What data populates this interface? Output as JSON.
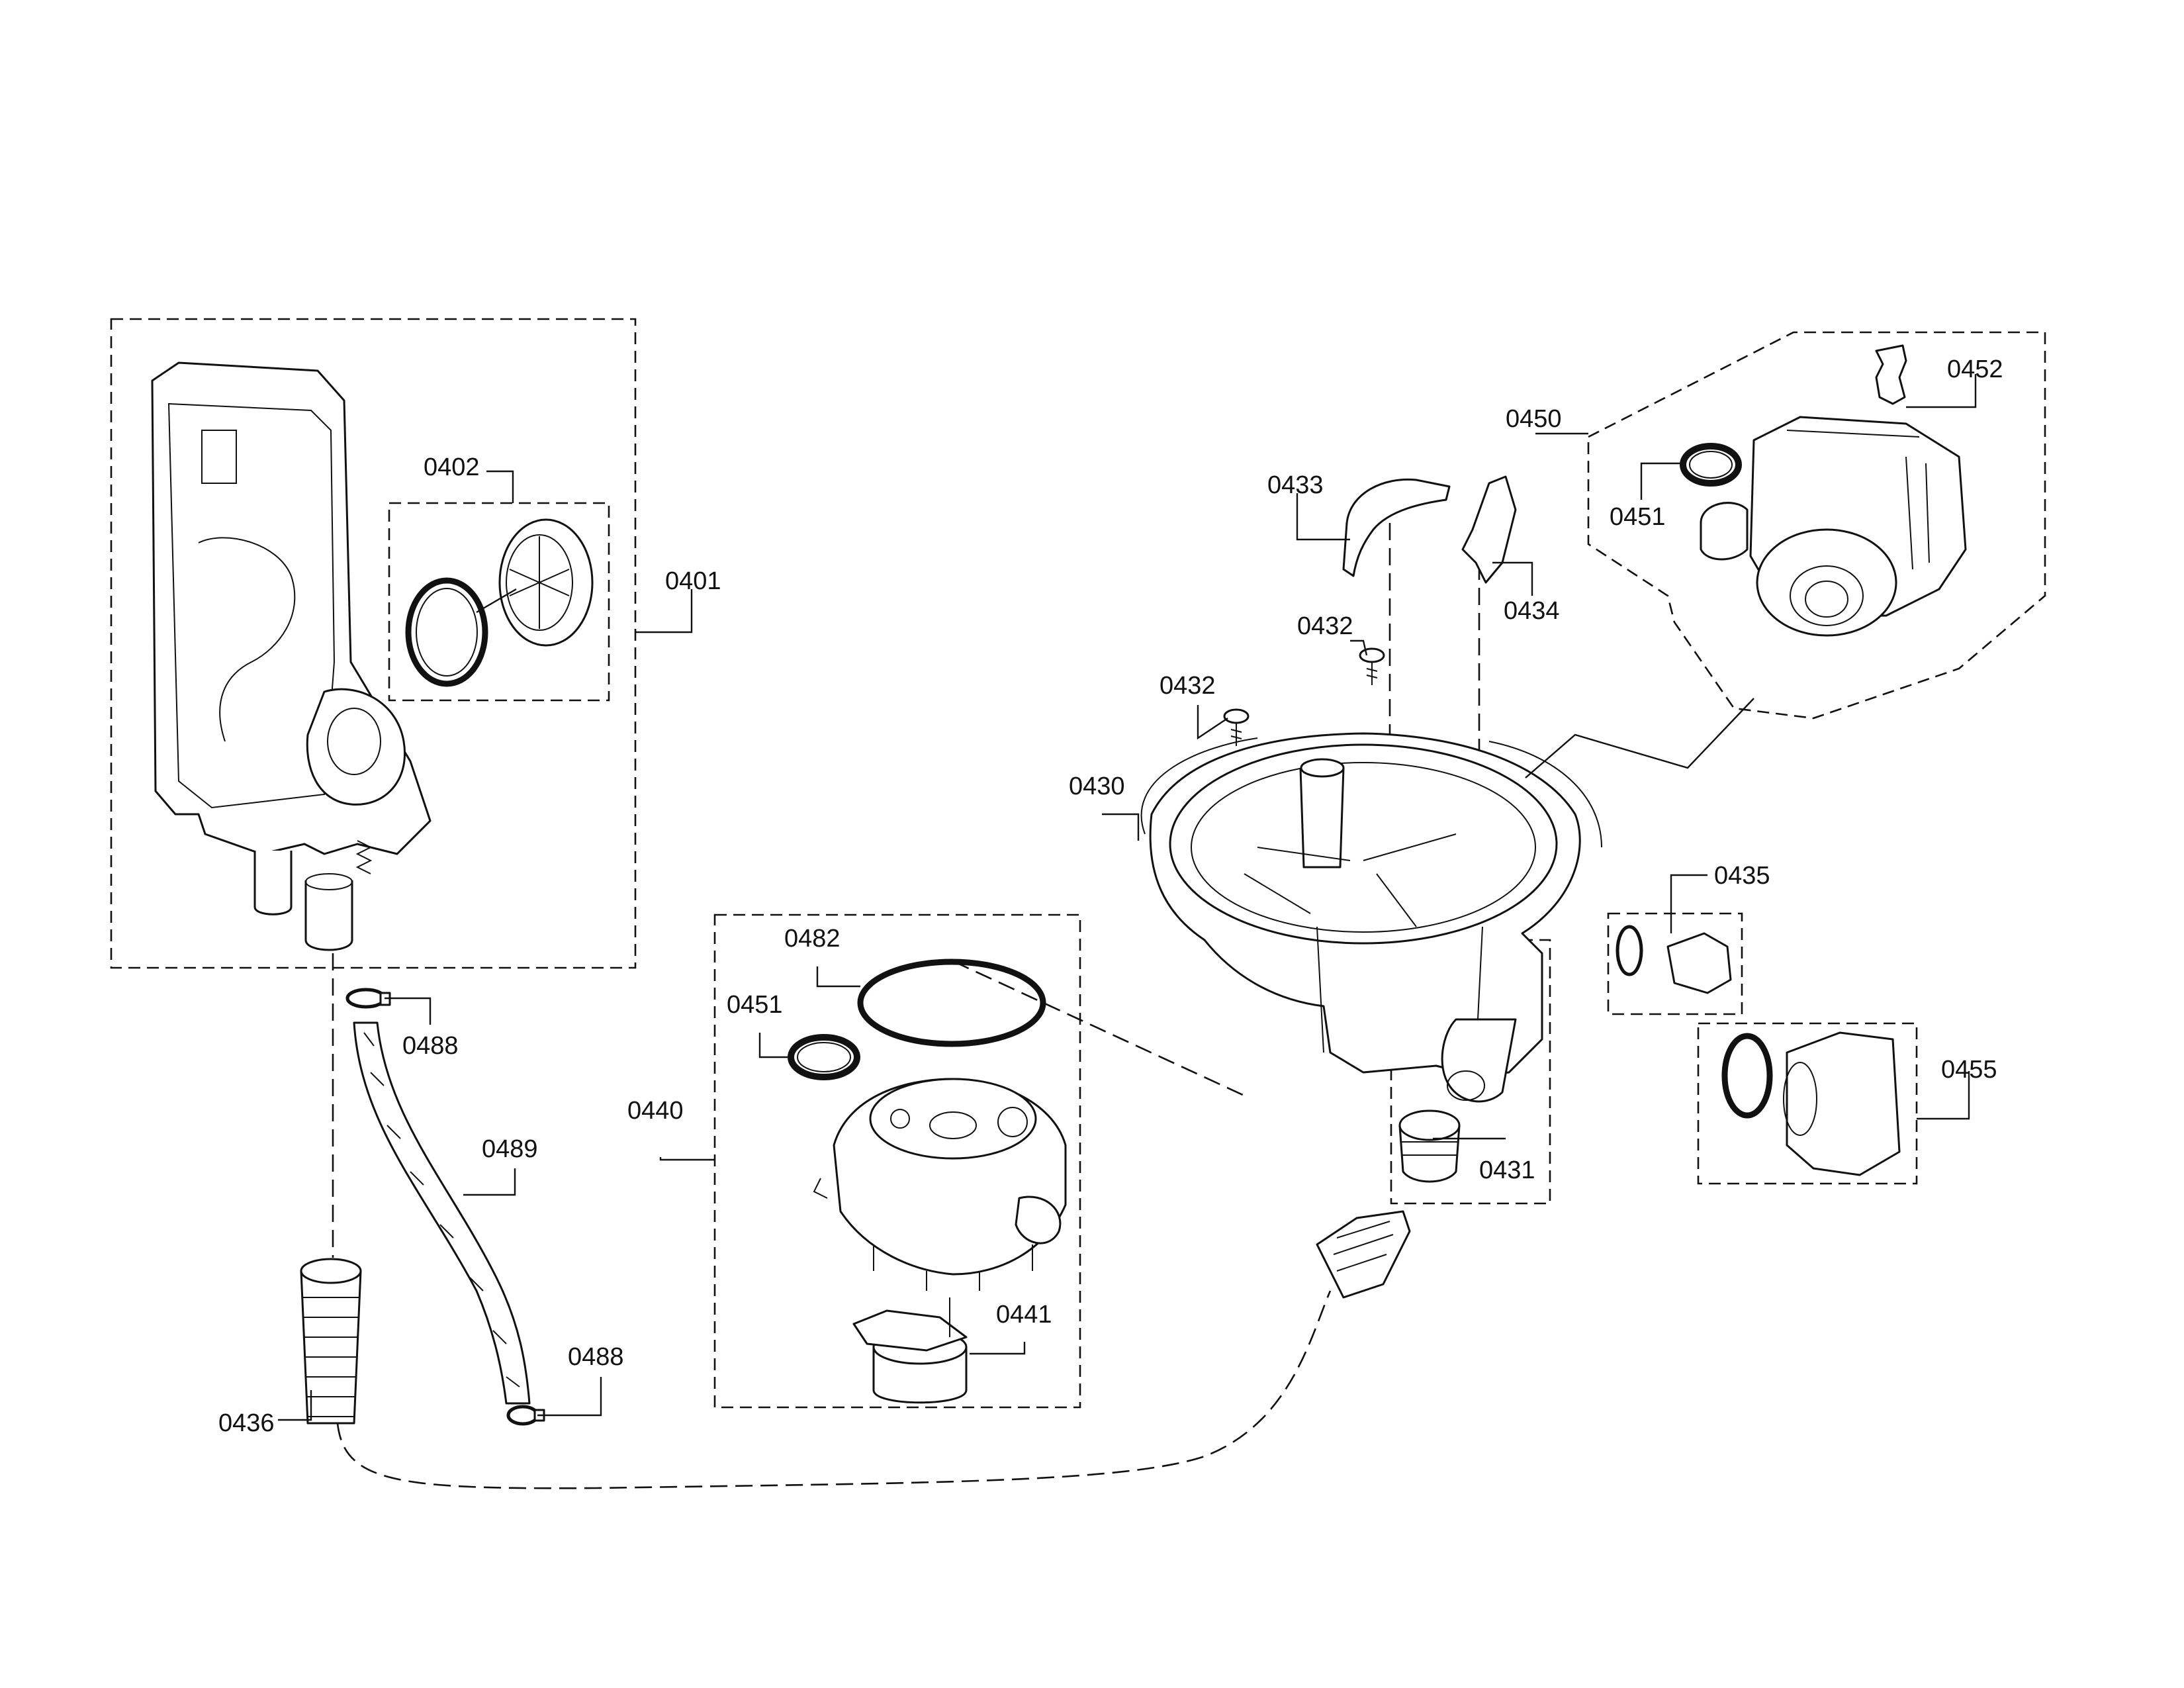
{
  "diagram": {
    "labels": {
      "p0401": "0401",
      "p0402": "0402",
      "p0430": "0430",
      "p0431": "0431",
      "p0432a": "0432",
      "p0432b": "0432",
      "p0433": "0433",
      "p0434": "0434",
      "p0435": "0435",
      "p0436": "0436",
      "p0440": "0440",
      "p0441": "0441",
      "p0450": "0450",
      "p0451a": "0451",
      "p0451b": "0451",
      "p0452": "0452",
      "p0455": "0455",
      "p0482": "0482",
      "p0488a": "0488",
      "p0488b": "0488",
      "p0489": "0489"
    }
  }
}
